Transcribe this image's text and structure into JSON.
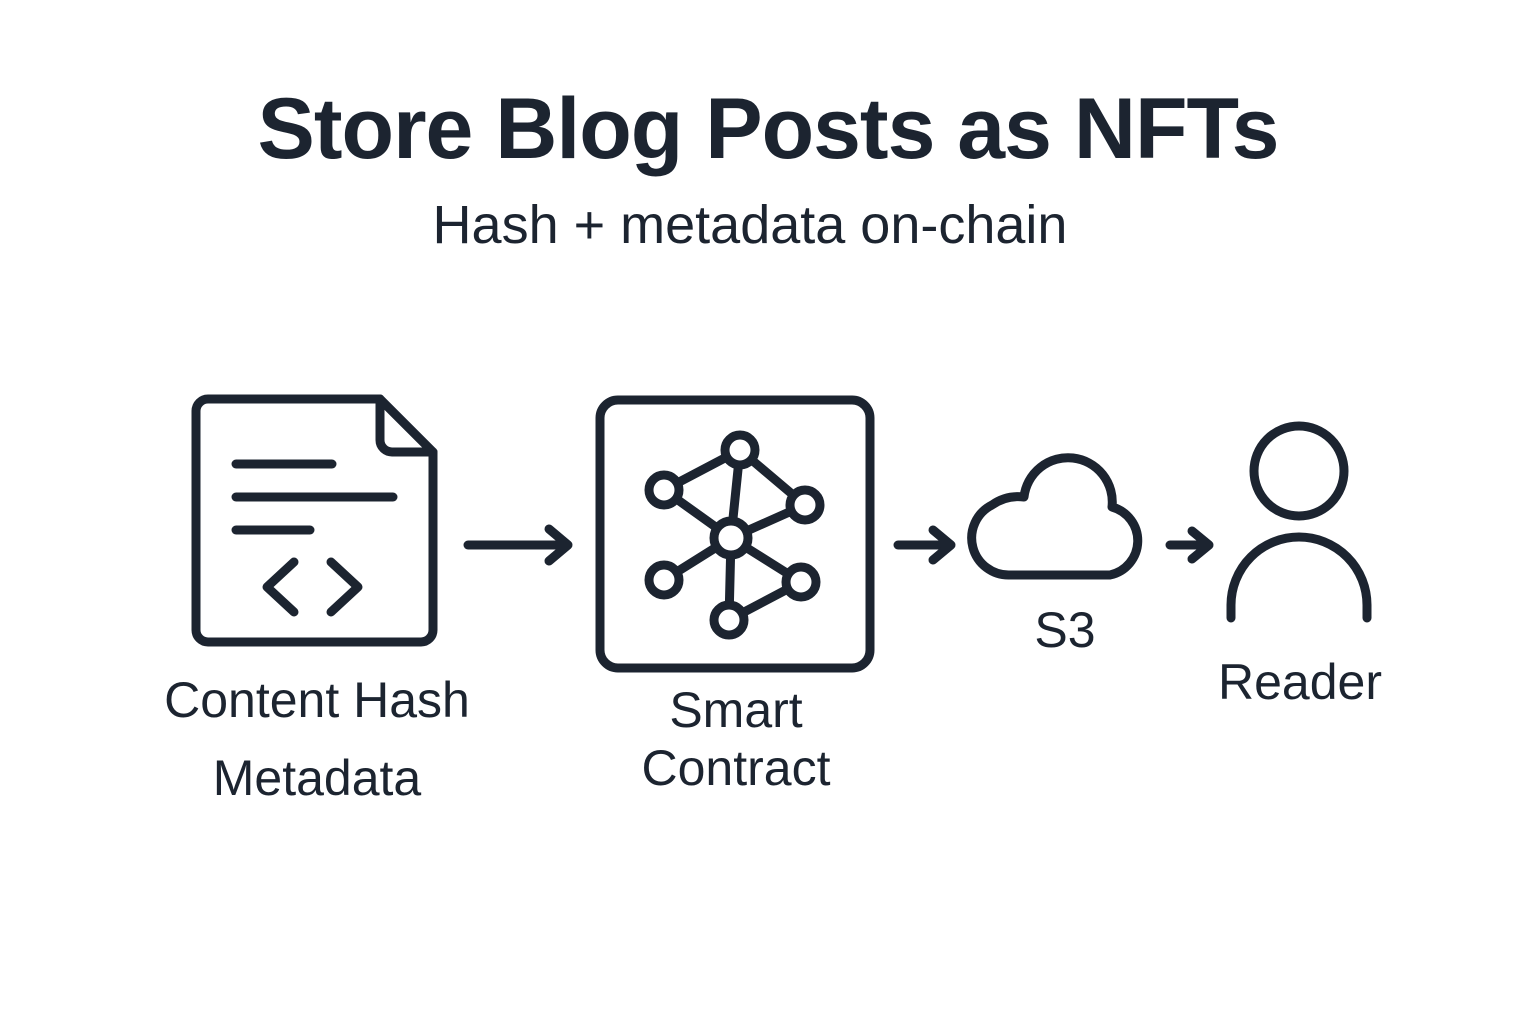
{
  "header": {
    "title": "Store Blog Posts as NFTs",
    "subtitle": "Hash + metadata on-chain"
  },
  "nodes": {
    "content": {
      "label_line1": "Content Hash",
      "label_line2": "Metadata",
      "icon": "document-code-icon"
    },
    "contract": {
      "label_line1": "Smart",
      "label_line2": "Contract",
      "icon": "network-graph-icon"
    },
    "storage": {
      "label": "S3",
      "icon": "cloud-icon"
    },
    "reader": {
      "label": "Reader",
      "icon": "user-icon"
    }
  },
  "colors": {
    "stroke": "#1c2430",
    "background": "#ffffff"
  }
}
